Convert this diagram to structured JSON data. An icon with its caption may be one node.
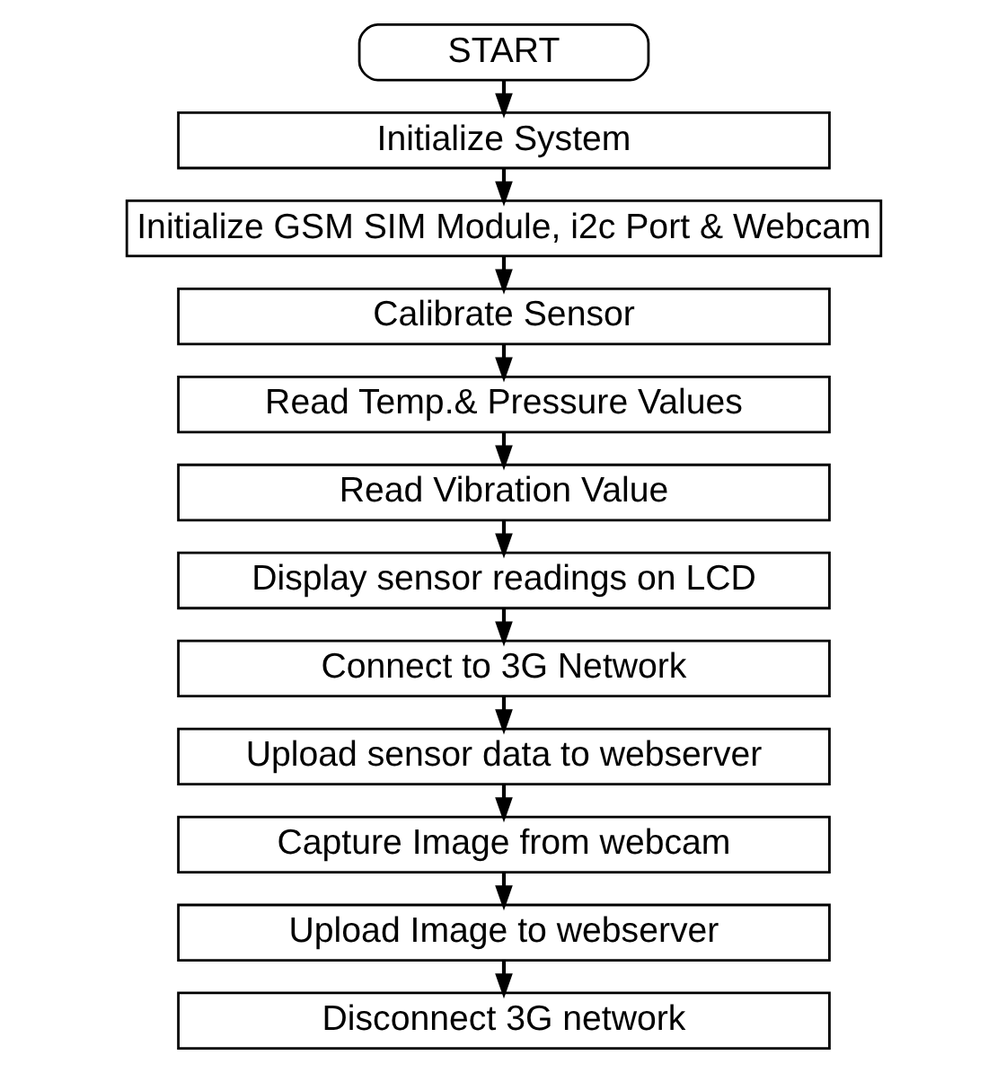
{
  "diagram": {
    "nodes": [
      {
        "text": [
          "START"
        ]
      },
      {
        "text": [
          "Initialize System"
        ]
      },
      {
        "text": [
          "Initialize GSM SIM Module, i2c Port & Webcam"
        ]
      },
      {
        "text": [
          "Calibrate Sensor"
        ]
      },
      {
        "text": [
          "Read Temp.& Pressure Values"
        ]
      },
      {
        "text": [
          "Read Vibration Value"
        ]
      },
      {
        "text": [
          "Display sensor readings on LCD"
        ]
      },
      {
        "text": [
          "Connect to 3G Network"
        ]
      },
      {
        "text": [
          "Upload sensor data to webserver"
        ]
      },
      {
        "text": [
          "Capture Image from webcam"
        ]
      },
      {
        "text": [
          "Upload Image to webserver"
        ]
      },
      {
        "text": [
          "Disconnect 3G network"
        ]
      }
    ],
    "edges": [
      {
        "from": 0,
        "to": 1,
        "arrow": "to"
      },
      {
        "from": 1,
        "to": 2,
        "arrow": "to"
      },
      {
        "from": 2,
        "to": 3,
        "arrow": "to"
      },
      {
        "from": 3,
        "to": 4,
        "arrow": "to"
      },
      {
        "from": 4,
        "to": 5,
        "arrow": "to"
      },
      {
        "from": 5,
        "to": 6,
        "arrow": "to"
      },
      {
        "from": 6,
        "to": 7,
        "arrow": "to"
      },
      {
        "from": 7,
        "to": 8,
        "arrow": "to"
      },
      {
        "from": 8,
        "to": 9,
        "arrow": "to"
      },
      {
        "from": 9,
        "to": 10,
        "arrow": "to"
      },
      {
        "from": 10,
        "to": 11,
        "arrow": "to"
      }
    ]
  }
}
